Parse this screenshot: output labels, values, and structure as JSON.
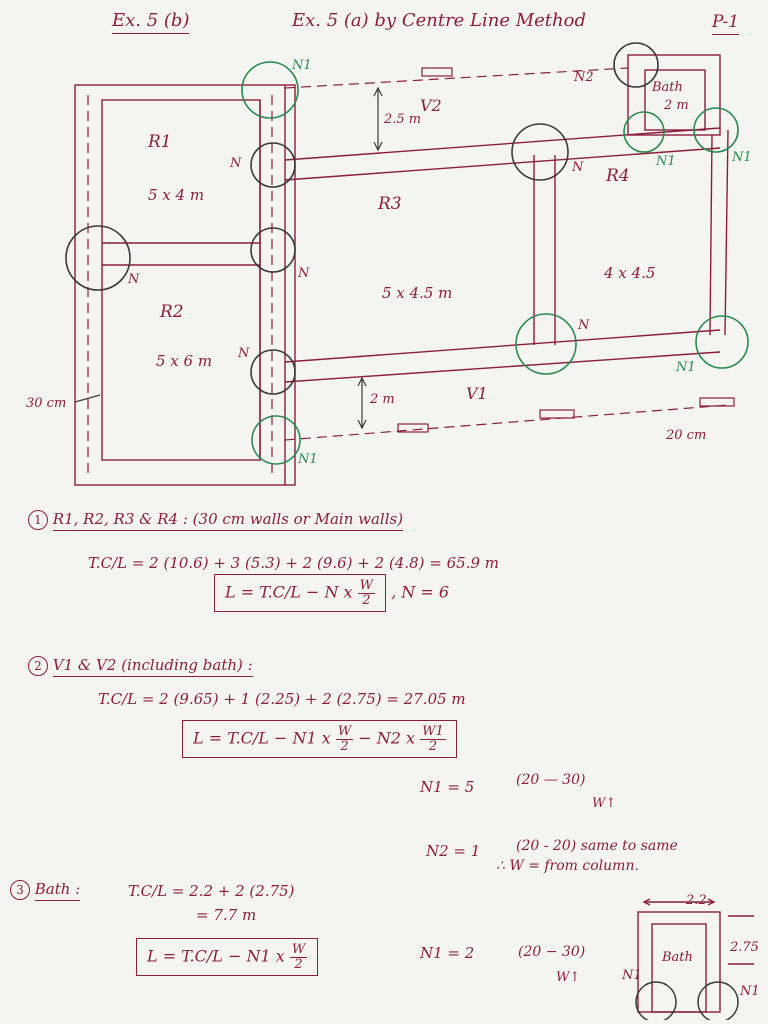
{
  "header": {
    "ex_left": "Ex. 5 (b)",
    "title": "Ex. 5 (a) by Centre Line Method",
    "page": "P-1"
  },
  "plan": {
    "rooms": {
      "r1": "R1",
      "r1_size": "5 x 4 m",
      "r2": "R2",
      "r2_size": "5 x 6 m",
      "r3": "R3",
      "r3_size": "5 x 4.5 m",
      "r4": "R4",
      "r4_size": "4 x 4.5"
    },
    "verandahs": {
      "v1": "V1",
      "v2": "V2",
      "v1_width": "2 m",
      "v2_width": "2.5 m"
    },
    "bath": {
      "label": "Bath",
      "width": "2 m"
    },
    "junctions": {
      "n": "N",
      "n1": "N1",
      "n2": "N2"
    },
    "wall_notes": {
      "main": "30 cm",
      "thin": "20 cm"
    }
  },
  "notes": {
    "s1": {
      "num": "1",
      "heading": "R1, R2, R3 & R4 : (30 cm walls or Main walls)",
      "tcl": "T.C/L = 2 (10.6) + 3 (5.3) + 2 (9.6) + 2 (4.8) = 65.9 m",
      "formula_a": "L = T.C/L − N x",
      "w": "W",
      "two": "2",
      "n_value": ", N = 6"
    },
    "s2": {
      "num": "2",
      "heading": "V1 & V2 (including bath) :",
      "tcl": "T.C/L = 2 (9.65) + 1 (2.25) + 2 (2.75) = 27.05 m",
      "formula_a": "L = T.C/L − N1 x",
      "formula_b": "− N2 x",
      "w": "W",
      "w1": "W1",
      "two": "2",
      "n1": "N1 = 5",
      "n1_note": "(20 — 30)",
      "w_mark": "W↑",
      "n2": "N2 = 1",
      "n2_note": "(20 - 20) same to same",
      "n2_note2": "∴ W = from column."
    },
    "s3": {
      "num": "3",
      "heading": "Bath :",
      "tcl": "T.C/L = 2.2 + 2 (2.75)",
      "tcl2": "= 7.7 m",
      "formula_a": "L = T.C/L − N1 x",
      "w": "W",
      "two": "2",
      "n1": "N1 = 2",
      "n1_note": "(20 − 30)",
      "w_mark": "W↑",
      "sketch_width": "2.2",
      "sketch_label": "Bath",
      "sketch_height": "2.75",
      "sketch_n1": "N1",
      "sketch_n1b": "N1"
    }
  }
}
